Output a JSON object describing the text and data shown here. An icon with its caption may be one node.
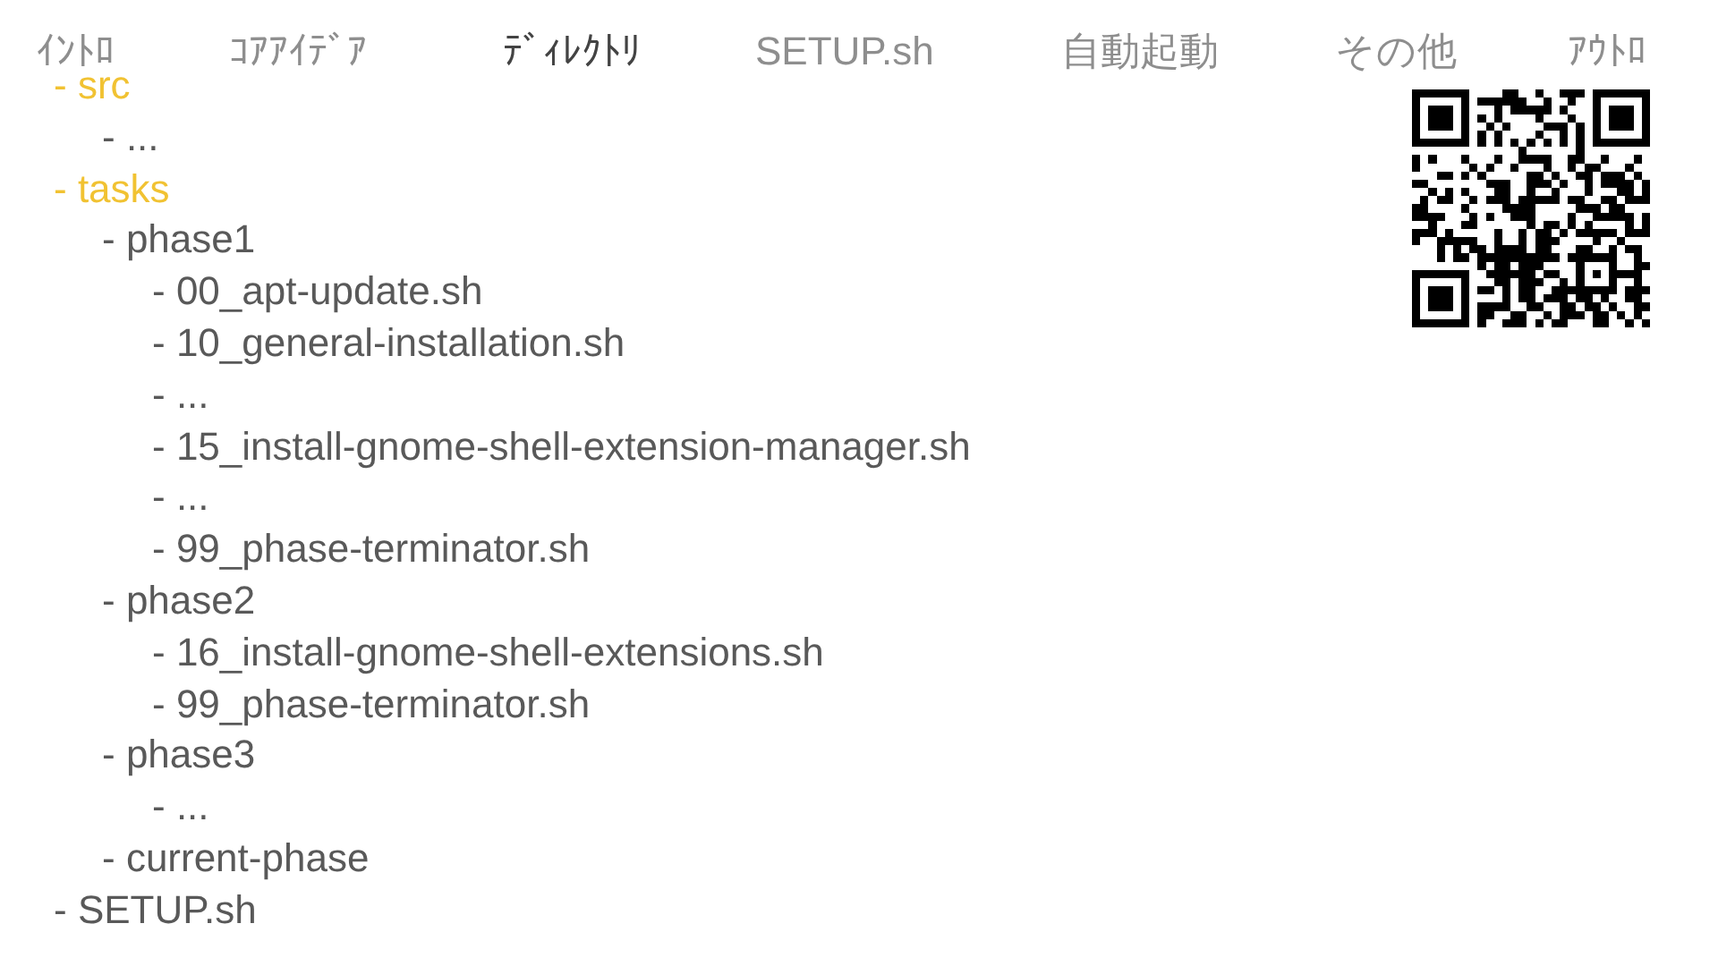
{
  "diagram": {
    "labels": [
      "ｲﾝﾄﾛ",
      "ｺｱｱｲﾃﾞｱ",
      "ﾃﾞｨﾚｸﾄﾘ",
      "SETUP.sh",
      "自動起動",
      "その他",
      "ｱｳﾄﾛ",
      "- src",
      "- ...",
      "- tasks",
      "- phase1",
      "- 00_apt-update.sh",
      "- 10_general-installation.sh",
      "- ...",
      "- 15_install-gnome-shell-extension-manager.sh",
      "- ...",
      "- 99_phase-terminator.sh",
      "- phase2",
      "- 16_install-gnome-shell-extensions.sh",
      "- 99_phase-terminator.sh",
      "- phase3",
      "- ...",
      "- current-phase",
      "- SETUP.sh"
    ]
  }
}
